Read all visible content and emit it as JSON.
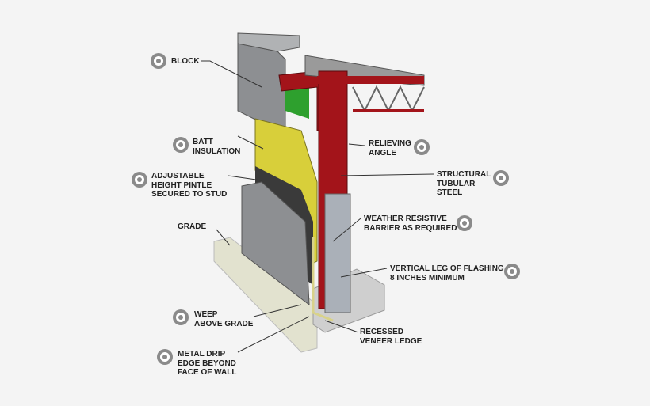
{
  "colors": {
    "background": "#f4f4f4",
    "steel": "#a3141a",
    "insulation": "#d8cf3a",
    "barrier": "#2ea02e",
    "block": "#8d8f92",
    "label": "#222222",
    "target_icon": "#8a8a8a"
  },
  "labels": [
    {
      "id": "block",
      "lines": [
        "BLOCK"
      ],
      "icon": "target-icon"
    },
    {
      "id": "batt",
      "lines": [
        "BATT",
        "INSULATION"
      ],
      "icon": "target-icon"
    },
    {
      "id": "pintle",
      "lines": [
        "ADJUSTABLE",
        "HEIGHT PINTLE",
        "SECURED TO STUD"
      ],
      "icon": "target-icon"
    },
    {
      "id": "grade",
      "lines": [
        "GRADE"
      ]
    },
    {
      "id": "relieving",
      "lines": [
        "RELIEVING",
        "ANGLE"
      ],
      "icon": "target-icon"
    },
    {
      "id": "structural",
      "lines": [
        "STRUCTURAL",
        "TUBULAR",
        "STEEL"
      ],
      "icon": "target-icon"
    },
    {
      "id": "weather",
      "lines": [
        "WEATHER RESISTIVE",
        "BARRIER AS REQUIRED"
      ],
      "icon": "target-icon"
    },
    {
      "id": "flashing",
      "lines": [
        "VERTICAL LEG OF FLASHING",
        "8 INCHES MINIMUM"
      ],
      "icon": "target-icon"
    },
    {
      "id": "weep",
      "lines": [
        "WEEP",
        "ABOVE GRADE"
      ],
      "icon": "target-icon"
    },
    {
      "id": "recessed",
      "lines": [
        "RECESSED",
        "VENEER LEDGE"
      ]
    },
    {
      "id": "drip",
      "lines": [
        "METAL DRIP",
        "EDGE BEYOND",
        "FACE OF WALL"
      ],
      "icon": "target-icon"
    }
  ]
}
